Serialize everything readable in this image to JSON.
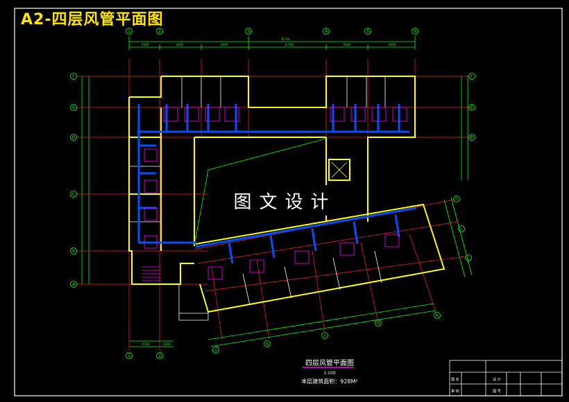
{
  "drawing": {
    "sheet_title": "A2-四层风管平面图",
    "watermark": "图文设计",
    "plan_title": "四层风管平面图",
    "scale": "1:100",
    "area_note": "本层建筑面积：928M²"
  },
  "grid_labels": {
    "top_columns": [
      "1",
      "2",
      "3",
      "4",
      "5",
      "6"
    ],
    "left_rows": [
      "F",
      "E",
      "D",
      "C",
      "B",
      "A"
    ],
    "right_rows": [
      "F",
      "E",
      "D"
    ],
    "angled_right": [
      "h",
      "i",
      "j"
    ],
    "bottom_columns": [
      "1",
      "2"
    ],
    "angled_bottom": [
      "a",
      "b",
      "c",
      "d",
      "e"
    ]
  },
  "title_block": {
    "cells": [
      "图 名",
      "设 计",
      "审 核",
      "图 号"
    ]
  },
  "colors": {
    "background": "#000000",
    "sheet_title": "#ffe400",
    "wall": "#ffff00",
    "duct": "#0050ff",
    "grid_axis": "#ff2020",
    "dimension": "#00ff00",
    "partition": "#ffffff",
    "room_tag": "#ff00ff"
  }
}
